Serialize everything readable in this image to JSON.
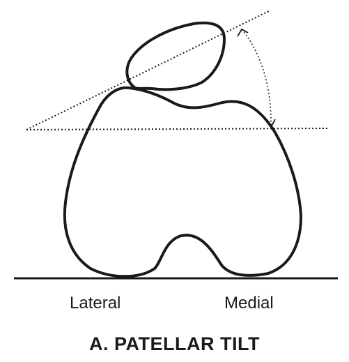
{
  "diagram": {
    "labels": {
      "lateral": "Lateral",
      "medial": "Medial"
    },
    "caption": "A. PATELLAR TILT"
  },
  "colors": {
    "ink": "#1a1a1a",
    "background": "#ffffff"
  }
}
